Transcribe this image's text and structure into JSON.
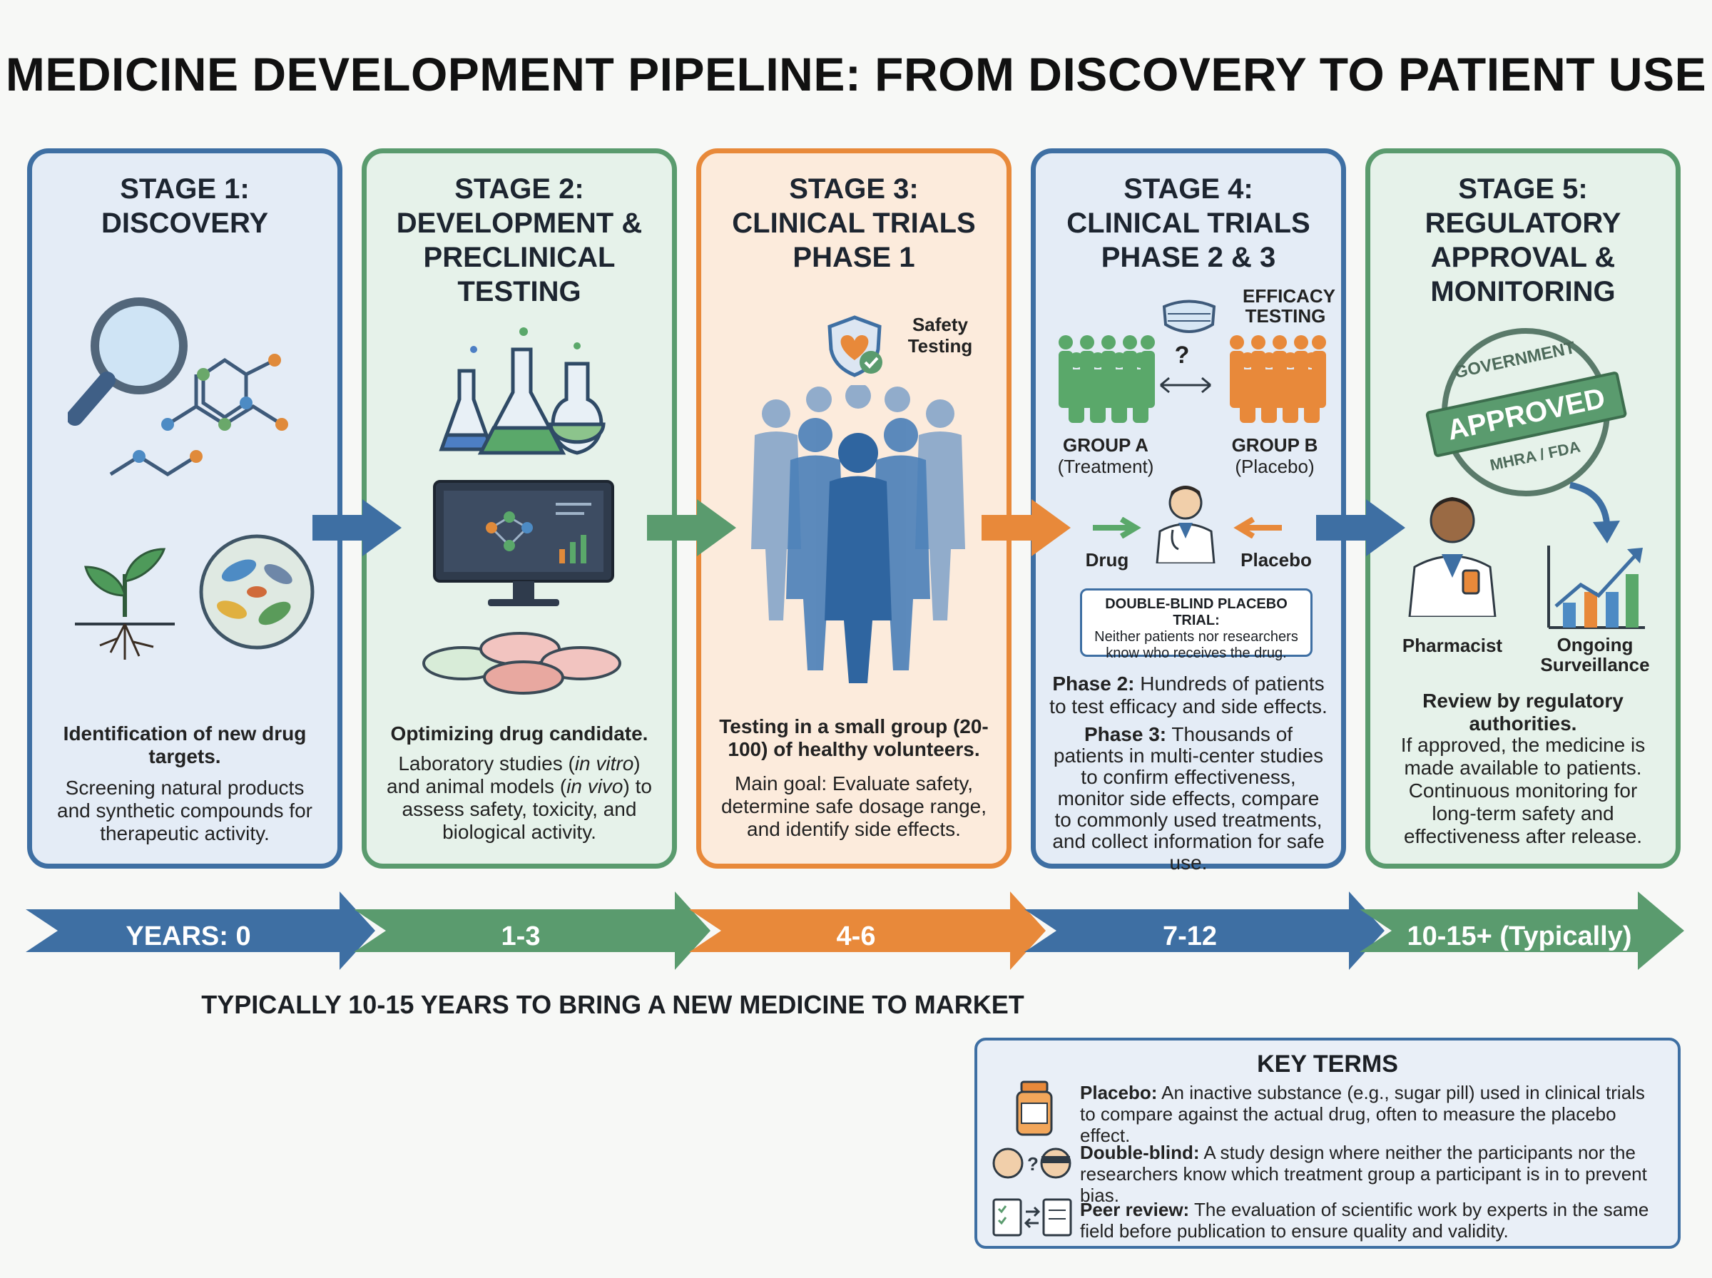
{
  "title": "MEDICINE DEVELOPMENT PIPELINE: FROM DISCOVERY TO PATIENT USE",
  "stages": [
    {
      "title": [
        "STAGE 1:",
        "DISCOVERY"
      ],
      "lead": "Identification of new drug targets.",
      "body": "Screening natural products and synthetic compounds for therapeutic activity."
    },
    {
      "title": [
        "STAGE 2:",
        "DEVELOPMENT &",
        "PRECLINICAL",
        "TESTING"
      ],
      "lead": "Optimizing drug candidate.",
      "body_parts": [
        "Laboratory studies (",
        "in vitro",
        ") and animal models (",
        "in vivo",
        ") to assess safety, toxicity, and biological activity."
      ]
    },
    {
      "title": [
        "STAGE 3:",
        "CLINICAL TRIALS",
        "PHASE 1"
      ],
      "callout": [
        "Safety",
        "Testing"
      ],
      "lead": "Testing in a small group (20-100) of healthy volunteers.",
      "body": "Main goal: Evaluate safety, determine safe dosage range, and identify side effects."
    },
    {
      "title": [
        "STAGE 4:",
        "CLINICAL TRIALS",
        "PHASE 2 & 3"
      ],
      "callout": [
        "EFFICACY",
        "TESTING"
      ],
      "group_a": [
        "GROUP A",
        "(Treatment)"
      ],
      "group_b": [
        "GROUP B",
        "(Placebo)"
      ],
      "question": "?",
      "drug_label": "Drug",
      "placebo_label": "Placebo",
      "box_title": "DOUBLE-BLIND PLACEBO TRIAL:",
      "box_text": "Neither patients nor researchers know who receives the drug.",
      "phase2_label": "Phase 2:",
      "phase2_text": "Hundreds of patients to test efficacy and side effects.",
      "phase3_label": "Phase 3:",
      "phase3_text": "Thousands of patients in multi-center studies to confirm effectiveness, monitor side effects, compare to commonly used treatments, and collect information for safe use."
    },
    {
      "title": [
        "STAGE 5:",
        "REGULATORY",
        "APPROVAL &",
        "MONITORING"
      ],
      "stamp_top": "GOVERNMENT",
      "stamp_main": "APPROVED",
      "stamp_bottom": "MHRA / FDA",
      "pharmacist_label": "Pharmacist",
      "surveillance_label": [
        "Ongoing",
        "Surveillance"
      ],
      "lead": "Review by regulatory authorities.",
      "body": "If approved, the medicine is made available to patients. Continuous monitoring for long-term safety and effectiveness after release."
    }
  ],
  "timeline": [
    "YEARS: 0",
    "1-3",
    "4-6",
    "7-12",
    "10-15+ (Typically)"
  ],
  "tagline": "TYPICALLY 10-15 YEARS TO BRING A NEW MEDICINE TO MARKET",
  "key_terms": {
    "title": "KEY TERMS",
    "items": [
      {
        "term": "Placebo:",
        "definition": "An inactive substance (e.g., sugar pill) used in clinical trials to compare against the actual drug, often to measure the placebo effect."
      },
      {
        "term": "Double-blind:",
        "definition": "A study design where neither the participants nor the researchers know which treatment group a participant is in to prevent bias."
      },
      {
        "term": "Peer review:",
        "definition": "The evaluation of scientific work by experts in the same field before publication to ensure quality and validity."
      }
    ]
  },
  "colors": {
    "blue": "#3e6fa3",
    "green": "#5a9b6e",
    "orange": "#e8893a"
  }
}
